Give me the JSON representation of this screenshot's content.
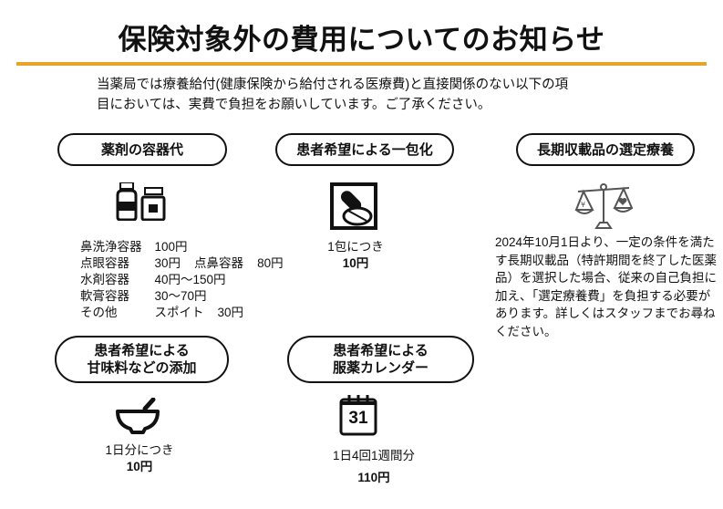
{
  "title": "保険対象外の費用についてのお知らせ",
  "accent_color": "#e8a428",
  "intro": {
    "line1": "当薬局では療養給付(健康保険から給付される医療費)と直接関係のない以下の項",
    "line2": "目においては、実費で負担をお願いしています。ご了承ください。"
  },
  "sections": {
    "containers": {
      "heading": "薬剤の容器代",
      "icon": "medicine-bottles-icon",
      "rows": [
        [
          "鼻洗浄容器",
          "100円"
        ],
        [
          "点眼容器",
          "30円",
          "点鼻容器",
          "80円"
        ],
        [
          "水剤容器",
          "40円～150円"
        ],
        [
          "軟膏容器",
          "30～70円"
        ],
        [
          "その他",
          "スポイト",
          "30円"
        ]
      ]
    },
    "single_dose": {
      "heading": "患者希望による一包化",
      "icon": "pill-packet-icon",
      "unit": "1包につき",
      "price": "10円"
    },
    "long_listed": {
      "heading": "長期収載品の選定療養",
      "icon": "balance-scale-icon",
      "body": "2024年10月1日より、一定の条件を満たす長期収載品（特許期間を終了した医薬品）を選択した場合、従来の自己負担に加え、「選定療養費」を負担する必要があります。詳しくはスタッフまでお尋ねください。"
    },
    "sweetener": {
      "heading_line1": "患者希望による",
      "heading_line2": "甘味料などの添加",
      "icon": "mortar-pestle-icon",
      "unit": "1日分につき",
      "price": "10円"
    },
    "calendar": {
      "heading_line1": "患者希望による",
      "heading_line2": "服薬カレンダー",
      "icon": "calendar-icon",
      "calendar_day": "31",
      "unit": "1日4回1週間分",
      "price": "110円"
    }
  }
}
